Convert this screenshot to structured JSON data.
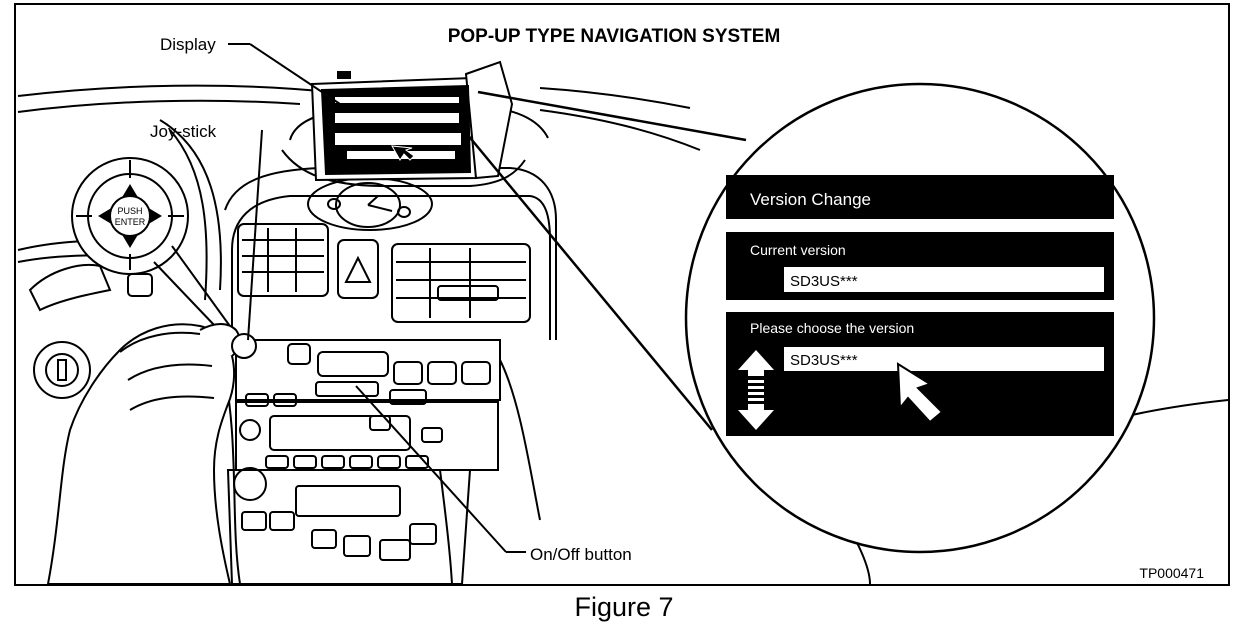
{
  "diagram": {
    "title": "POP-UP TYPE NAVIGATION SYSTEM",
    "labels": {
      "display": "Display",
      "joystick": "Joy-stick",
      "on_off_button": "On/Off button"
    },
    "joystick_center_text": [
      "PUSH",
      "ENTER"
    ],
    "screen": {
      "header": "Version Change",
      "current_label": "Current version",
      "current_value": "SD3US***",
      "choose_label": "Please choose the version",
      "choose_value": "SD3US***"
    },
    "reference_code": "TP000471"
  },
  "caption": "Figure 7"
}
